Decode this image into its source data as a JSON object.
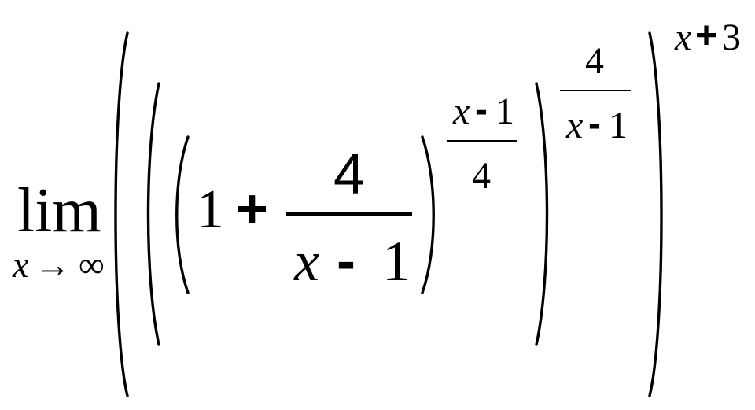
{
  "expression": {
    "lim": "lim",
    "subscript": {
      "var": "x",
      "arrow": "→",
      "target": "∞"
    },
    "inner": {
      "one": "1",
      "plus": "+",
      "numerator": "4",
      "denominator": {
        "var": "x",
        "minus": "-",
        "num": "1"
      }
    },
    "exponent_1": {
      "numerator": {
        "var": "x",
        "minus": "-",
        "num": "1"
      },
      "denominator": "4"
    },
    "exponent_2": {
      "numerator": "4",
      "denominator": {
        "var": "x",
        "minus": "-",
        "num": "1"
      }
    },
    "exponent_3": {
      "var": "x",
      "plus": "+",
      "num": "3"
    }
  }
}
